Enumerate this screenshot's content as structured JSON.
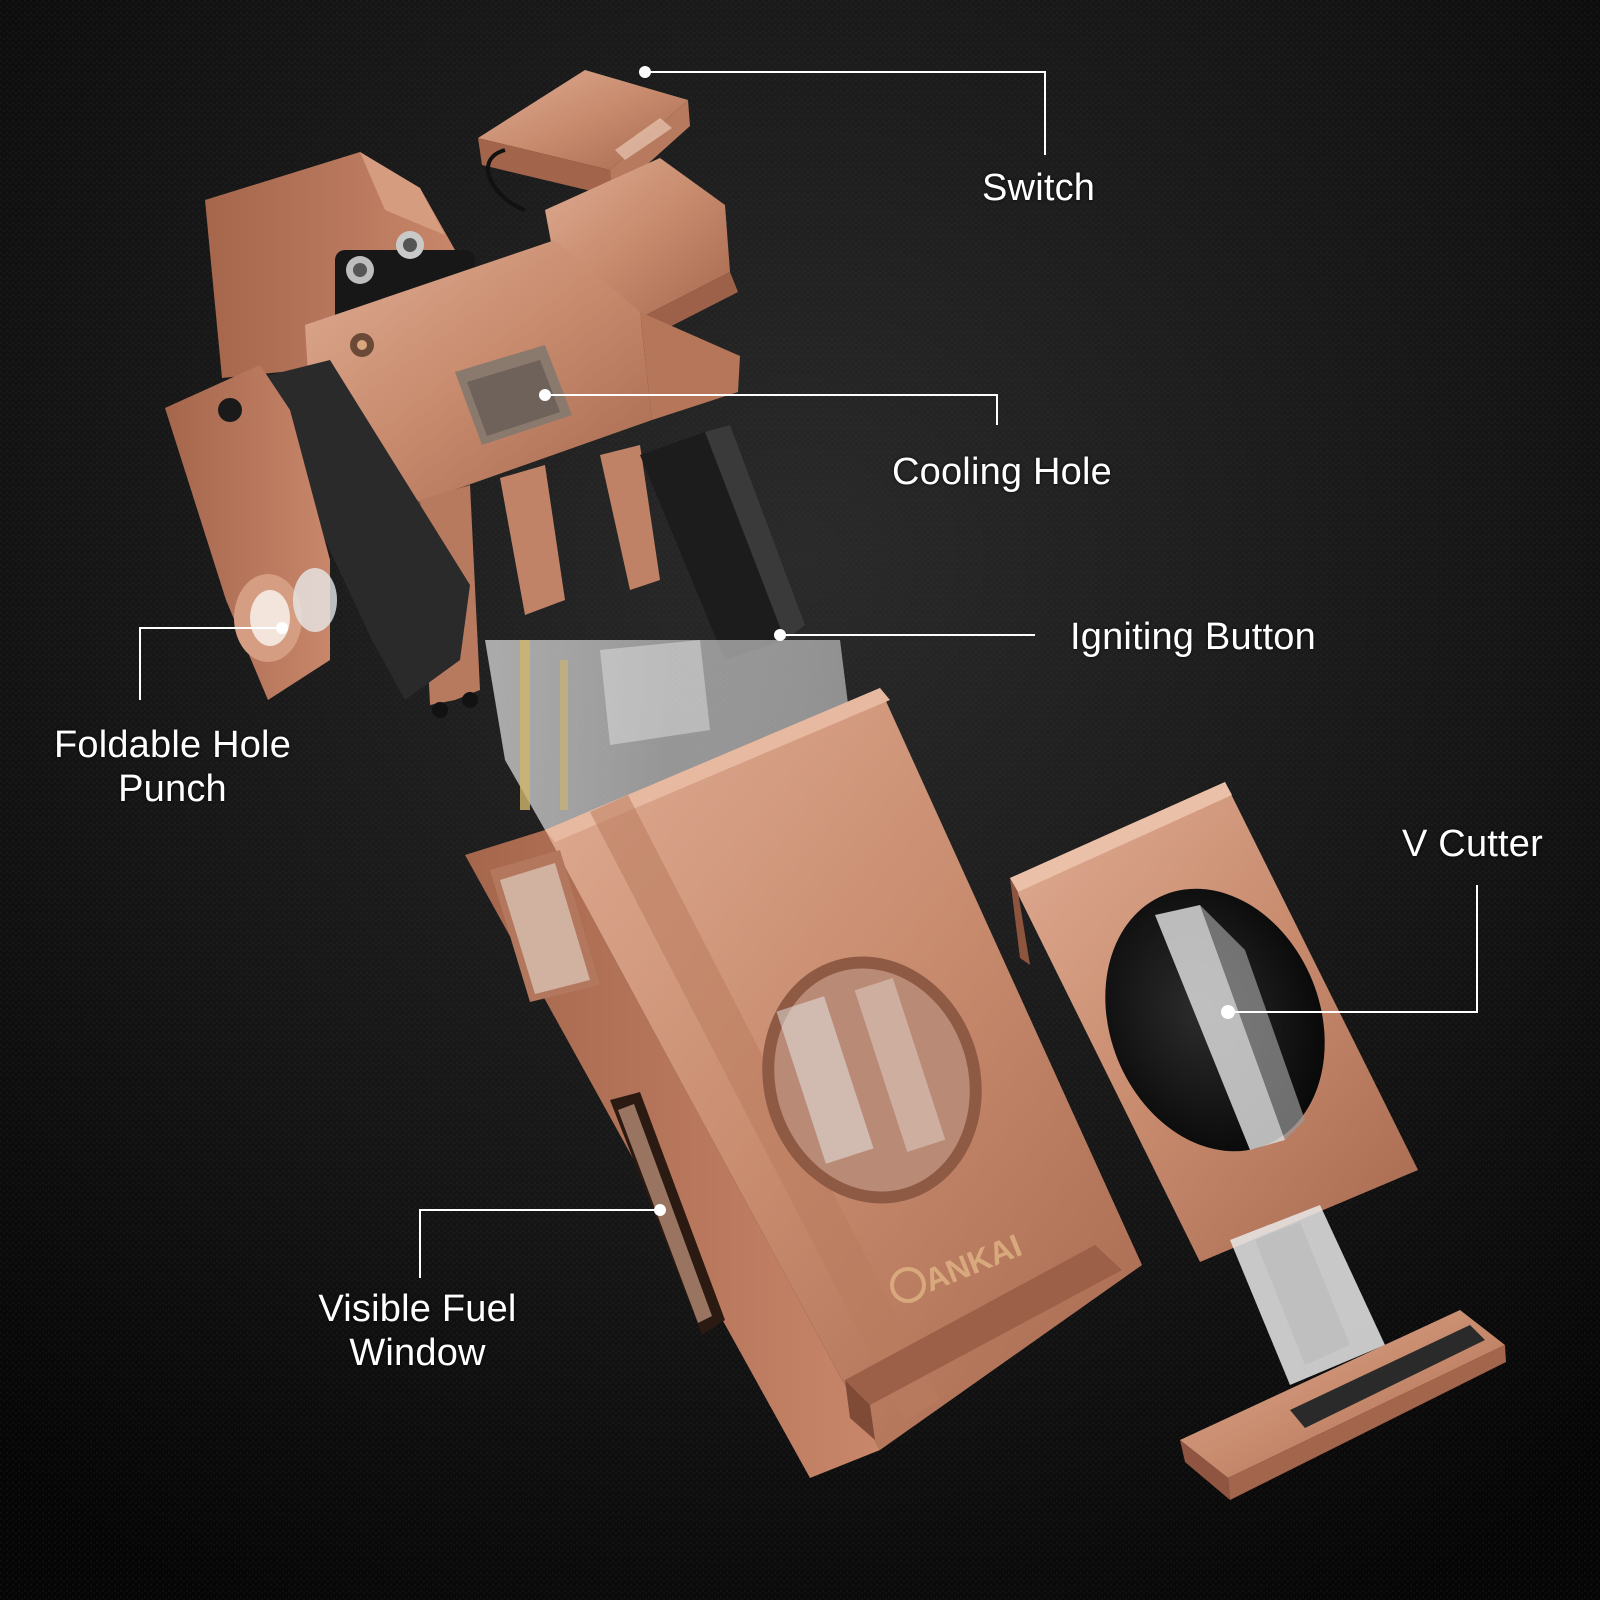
{
  "labels": {
    "switch": "Switch",
    "cooling_hole": "Cooling Hole",
    "igniting_button": "Igniting Button",
    "foldable_hole_punch_line1": "Foldable Hole",
    "foldable_hole_punch_line2": "Punch",
    "v_cutter": "V Cutter",
    "visible_fuel_window_line1": "Visible Fuel",
    "visible_fuel_window_line2": "Window"
  },
  "brand": {
    "logo_text": "ANKAI"
  },
  "colors": {
    "background": "#0c0c0c",
    "copper": "#c88b6e",
    "copper_dark": "#9c6149",
    "copper_light": "#e2b39c",
    "callout_line": "#ffffff"
  }
}
